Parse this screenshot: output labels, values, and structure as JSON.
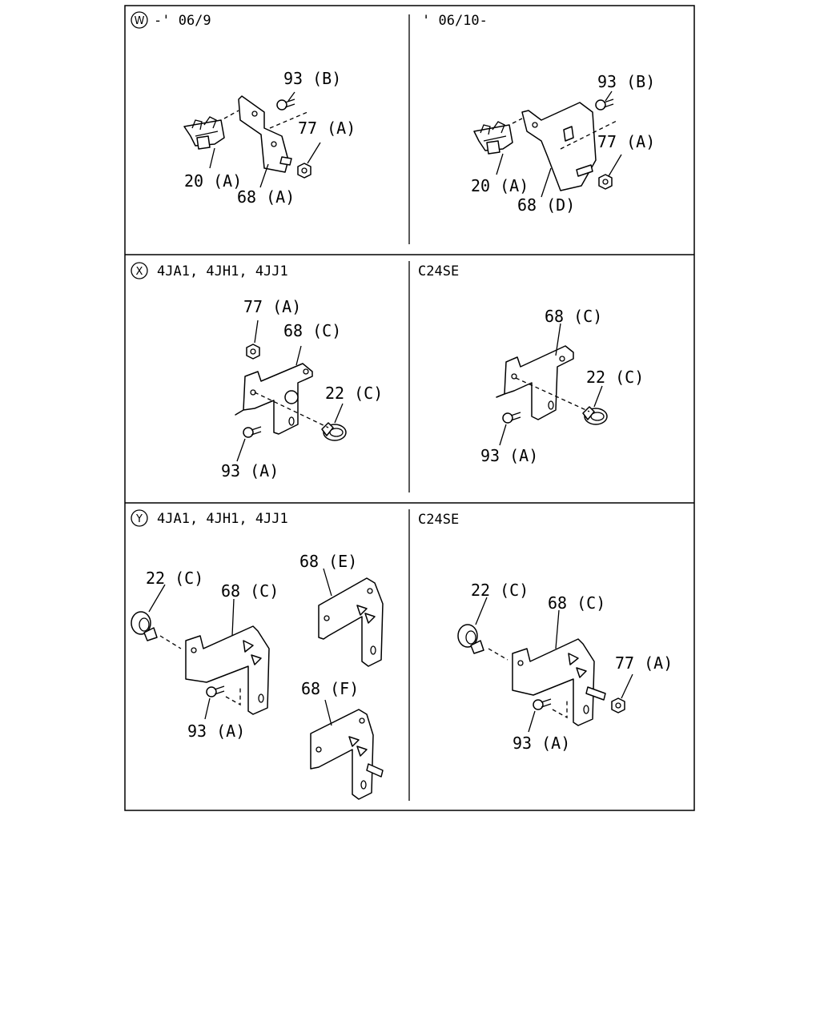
{
  "panels": {
    "w_left": {
      "marker": "W",
      "header": "-' 06/9",
      "labels": {
        "p93": "93 (B)",
        "p77": "77 (A)",
        "p20": "20 (A)",
        "p68": "68 (A)"
      }
    },
    "w_right": {
      "header": "' 06/10-",
      "labels": {
        "p93": "93 (B)",
        "p77": "77 (A)",
        "p20": "20 (A)",
        "p68": "68 (D)"
      }
    },
    "x_left": {
      "marker": "X",
      "header": "4JA1, 4JH1, 4JJ1",
      "labels": {
        "p77": "77 (A)",
        "p68": "68 (C)",
        "p22": "22 (C)",
        "p93": "93 (A)"
      }
    },
    "x_right": {
      "header": "C24SE",
      "labels": {
        "p68": "68 (C)",
        "p22": "22 (C)",
        "p93": "93 (A)"
      }
    },
    "y_left": {
      "marker": "Y",
      "header": "4JA1, 4JH1, 4JJ1",
      "labels": {
        "p22": "22 (C)",
        "p68c": "68 (C)",
        "p68e": "68 (E)",
        "p68f": "68 (F)",
        "p93": "93 (A)"
      }
    },
    "y_right": {
      "header": "C24SE",
      "labels": {
        "p22": "22 (C)",
        "p68": "68 (C)",
        "p77": "77 (A)",
        "p93": "93 (A)"
      }
    }
  }
}
